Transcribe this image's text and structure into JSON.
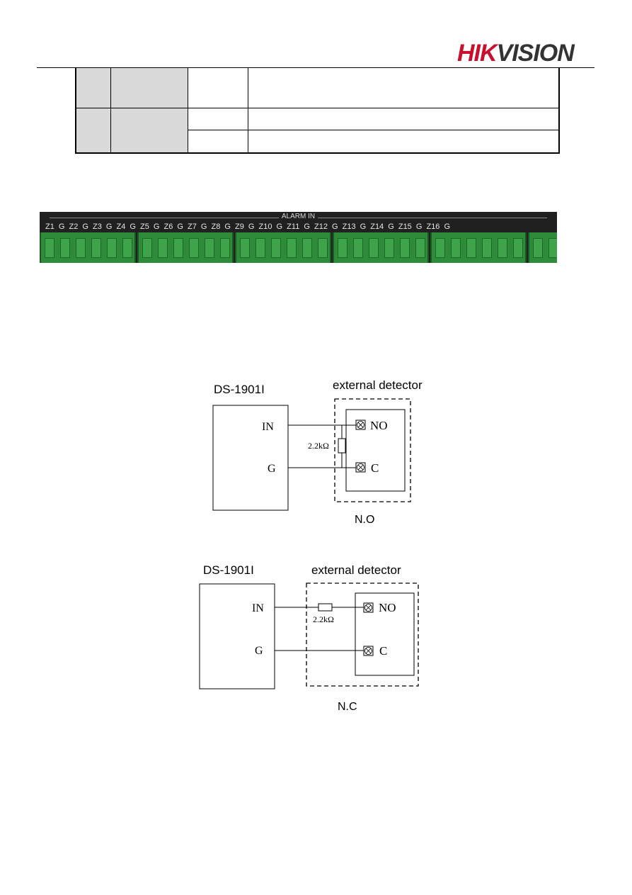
{
  "header": {
    "logo_part1": "HIK",
    "logo_part2": "VISION"
  },
  "alarm_panel": {
    "title": "ALARM IN",
    "terminal_labels": "Z1 G Z2 G Z3 G Z4 G Z5 G Z6 G Z7 G Z8 G Z9 G Z10 G Z11 G Z12 G Z13 G Z14 G Z15 G Z16 G"
  },
  "diagram_no": {
    "device": "DS-1901I",
    "detector": "external detector",
    "in_label": "IN",
    "g_label": "G",
    "resistor": "2.2kΩ",
    "no_label": "NO",
    "c_label": "C",
    "caption": "N.O"
  },
  "diagram_nc": {
    "device": "DS-1901I",
    "detector": "external detector",
    "in_label": "IN",
    "g_label": "G",
    "resistor": "2.2kΩ",
    "no_label": "NO",
    "c_label": "C",
    "caption": "N.C"
  },
  "colors": {
    "logo_red": "#c8102e",
    "logo_dark": "#333333",
    "terminal_green": "#2e8b3a"
  }
}
